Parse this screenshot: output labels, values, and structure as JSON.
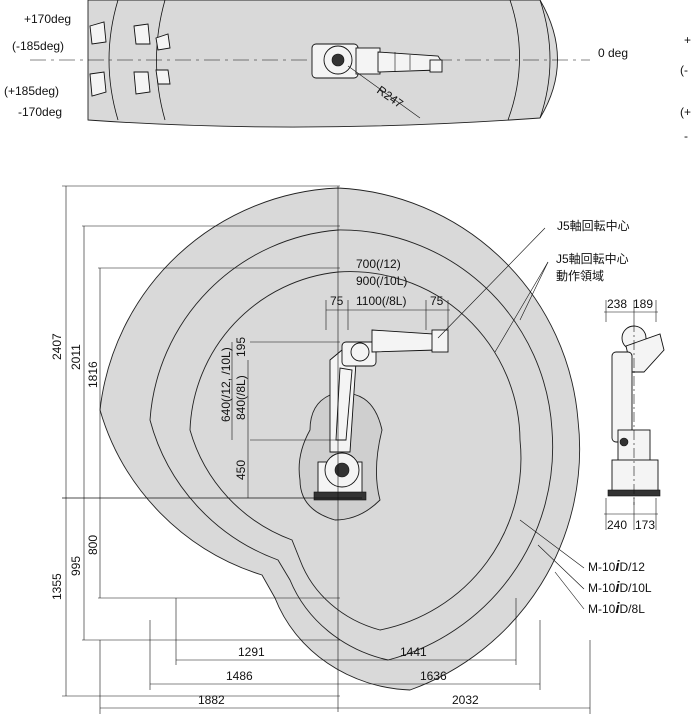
{
  "top_view": {
    "angles_left": [
      "+170deg",
      "(-185deg)",
      "(+185deg)",
      "-170deg"
    ],
    "angle_right": "0 deg",
    "radius_label": "R247",
    "angles_right_cut": [
      "+",
      "(-",
      "(+",
      "-"
    ]
  },
  "side_view": {
    "callouts": {
      "j5_center": "J5軸回転中心",
      "j5_region_line1": "J5軸回転中心",
      "j5_region_line2": "動作領域"
    },
    "reach_labels": [
      "700(/12)",
      "900(/10L)",
      "1100(/8L)"
    ],
    "offset_left": "75",
    "offset_right": "75",
    "vertical_dims": {
      "total_height": "2407",
      "upper_reach": "2011",
      "upper_reach_small": "1816",
      "lower_reach": "1355",
      "lower_reach_mid": "995",
      "lower_reach_small": "800"
    },
    "arm_dims": {
      "arm_length": "640(/12, /10L)",
      "arm_length_8l": "840(/8L)",
      "wrist_offset": "195",
      "base_height": "450"
    },
    "horizontal_dims": {
      "left_small": "1291",
      "right_small": "1441",
      "left_mid": "1486",
      "right_mid": "1636",
      "left_large": "1882",
      "right_large": "2032"
    },
    "models": [
      "M-10",
      "D/12",
      "M-10",
      "D/10L",
      "M-10",
      "D/8L"
    ],
    "model_i": "i"
  },
  "front_view": {
    "top_dims": [
      "238",
      "189"
    ],
    "bottom_dims": [
      "240",
      "173"
    ]
  }
}
